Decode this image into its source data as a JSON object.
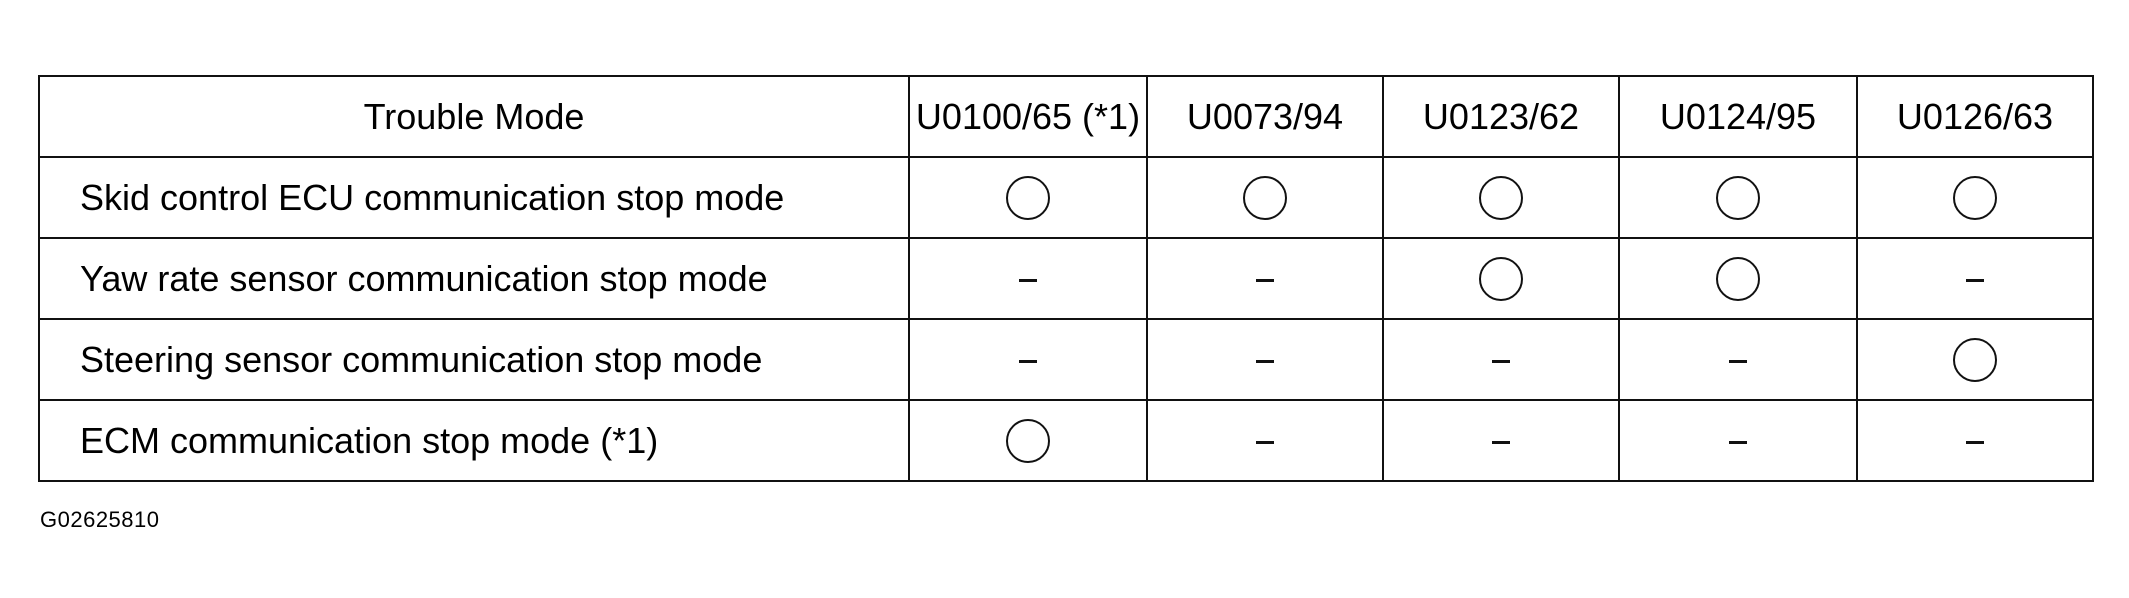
{
  "table": {
    "header_mode": "Trouble Mode",
    "columns": [
      "U0100/65 (*1)",
      "U0073/94",
      "U0123/62",
      "U0124/95",
      "U0126/63"
    ],
    "rows": [
      {
        "mode": "Skid control ECU communication stop mode",
        "marks": [
          "circle",
          "circle",
          "circle",
          "circle",
          "circle"
        ]
      },
      {
        "mode": "Yaw rate sensor communication stop mode",
        "marks": [
          "dash",
          "dash",
          "circle",
          "circle",
          "dash"
        ]
      },
      {
        "mode": "Steering sensor communication stop mode",
        "marks": [
          "dash",
          "dash",
          "dash",
          "dash",
          "circle"
        ]
      },
      {
        "mode": "ECM communication stop mode (*1)",
        "marks": [
          "circle",
          "dash",
          "dash",
          "dash",
          "dash"
        ]
      }
    ]
  },
  "figure_id": "G02625810"
}
